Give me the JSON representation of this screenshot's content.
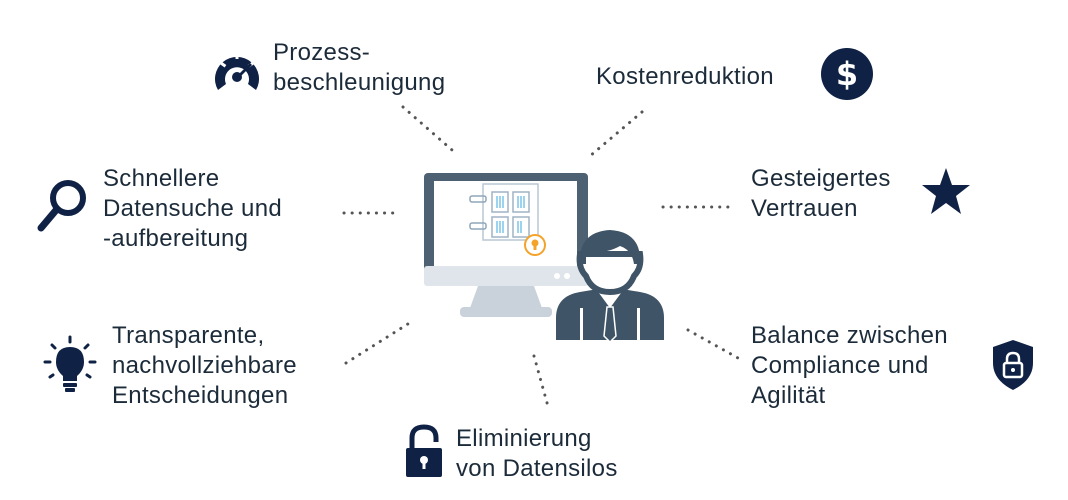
{
  "benefits": {
    "process": {
      "lines": [
        "Prozess-",
        "beschleunigung"
      ],
      "icon": "speedometer-icon"
    },
    "cost": {
      "lines": [
        "Kostenreduktion"
      ],
      "icon": "dollar-icon"
    },
    "search": {
      "lines": [
        "Schnellere",
        "Datensuche und",
        "-aufbereitung"
      ],
      "icon": "magnifier-icon"
    },
    "trust": {
      "lines": [
        "Gesteigertes",
        "Vertrauen"
      ],
      "icon": "star-icon"
    },
    "transparency": {
      "lines": [
        "Transparente,",
        "nachvollziehbare",
        "Entscheidungen"
      ],
      "icon": "lightbulb-icon"
    },
    "compliance": {
      "lines": [
        "Balance zwischen",
        "Compliance und",
        "Agilität"
      ],
      "icon": "shield-lock-icon"
    },
    "silos": {
      "lines": [
        "Eliminierung",
        "von Datensilos"
      ],
      "icon": "padlock-icon"
    }
  },
  "colors": {
    "navy": "#0f2245",
    "slate": "#3f5466",
    "screen_frame": "#4d6172",
    "stand": "#c9d2da",
    "accent": "#f4a32a",
    "text": "#1c2b3a",
    "dots": "#555555"
  }
}
